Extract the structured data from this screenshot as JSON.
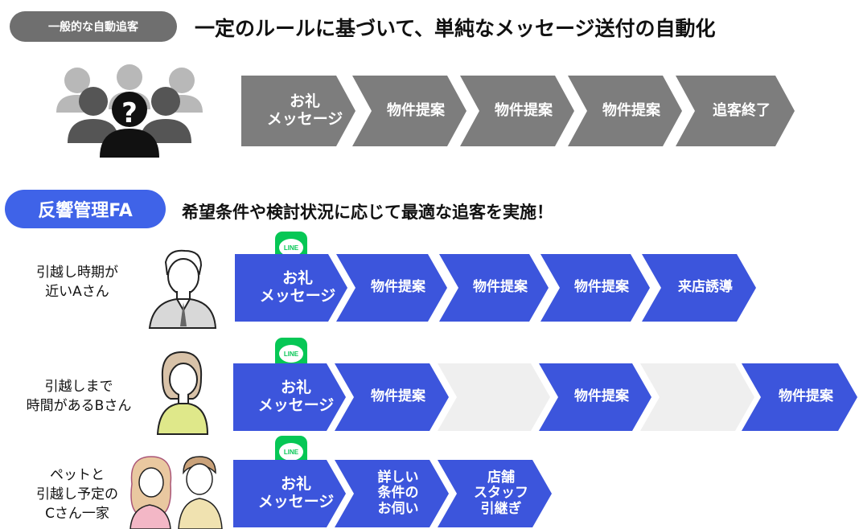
{
  "top": {
    "badge": "一般的な自動追客",
    "headline": "一定のルールに基づいて、単純なメッセージ送付の自動化",
    "steps": [
      "お礼\nメッセージ",
      "物件提案",
      "物件提案",
      "物件提案",
      "追客終了"
    ]
  },
  "fa": {
    "badge": "反響管理FA",
    "headline": "希望条件や検討状況に応じて最適な追客を実施！"
  },
  "rows": [
    {
      "label": "引越し時期が\n近いAさん",
      "line": "LINE",
      "steps": [
        "お礼\nメッセージ",
        "物件提案",
        "物件提案",
        "物件提案",
        "来店誘導"
      ]
    },
    {
      "label": "引越しまで\n時間があるBさん",
      "line": "LINE",
      "steps": [
        "お礼\nメッセージ",
        "物件提案",
        "",
        "物件提案",
        "",
        "物件提案"
      ]
    },
    {
      "label": "ペットと\n引越し予定の\nCさん一家",
      "line": "LINE",
      "steps": [
        "お礼\nメッセージ",
        "詳しい\n条件の\nお伺い",
        "店舗\nスタッフ\n引継ぎ"
      ]
    }
  ],
  "colors": {
    "gray": "#7d7d7d",
    "blue": "#3c55dc",
    "line_green": "#06c755",
    "pill_blue": "#3f63e8"
  }
}
